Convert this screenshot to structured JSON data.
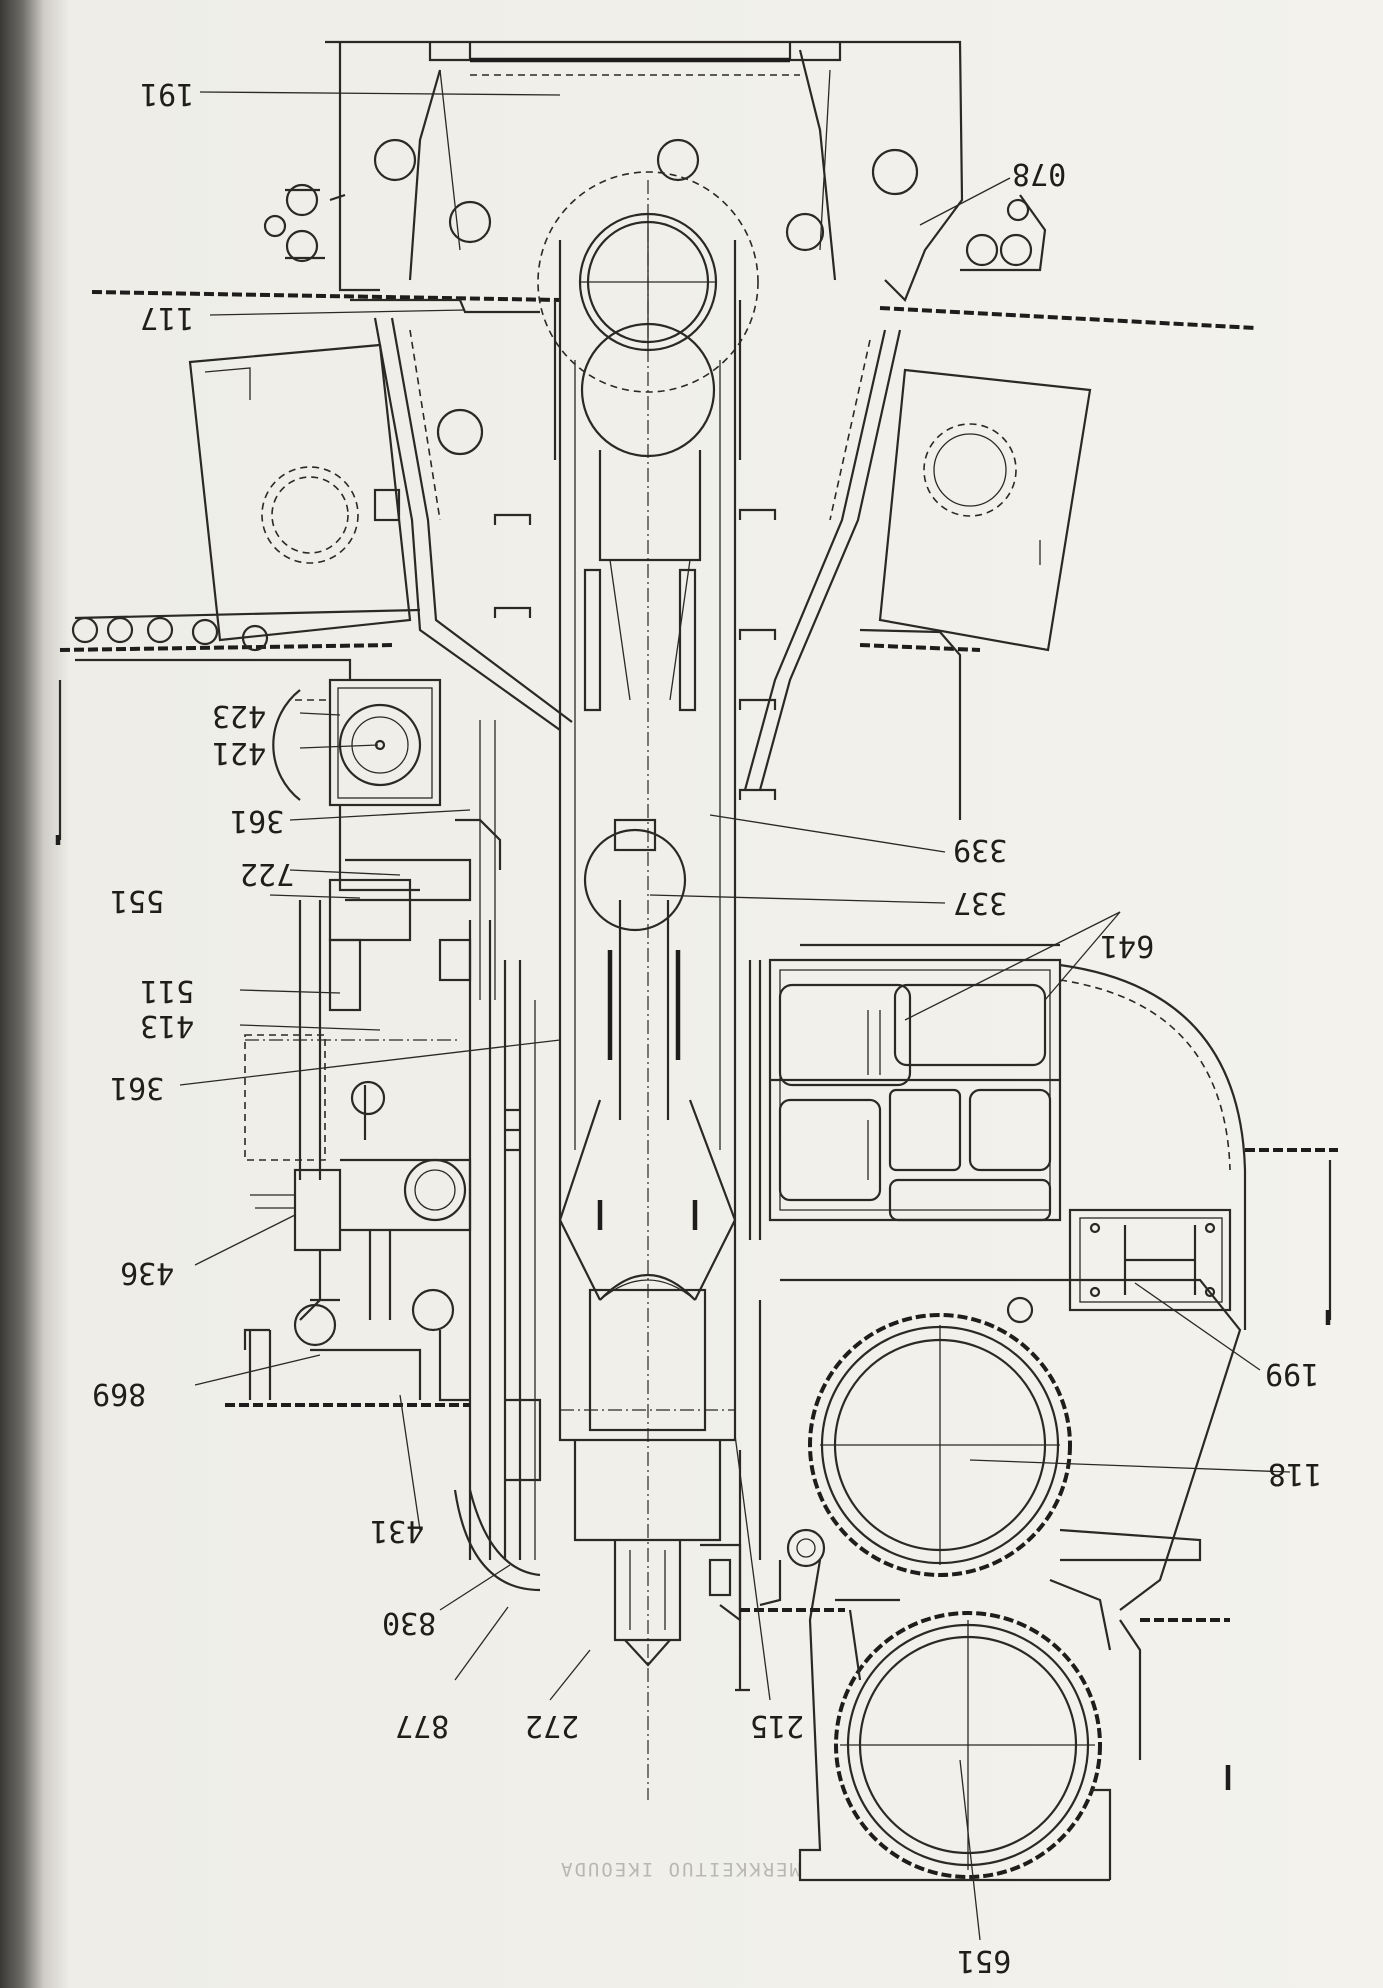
{
  "labels": [
    {
      "id": "l191a",
      "text": "191"
    },
    {
      "id": "l078",
      "text": "078"
    },
    {
      "id": "l117",
      "text": "117"
    },
    {
      "id": "l423",
      "text": "423"
    },
    {
      "id": "l421",
      "text": "421"
    },
    {
      "id": "l361a",
      "text": "361"
    },
    {
      "id": "l339",
      "text": "339"
    },
    {
      "id": "l722",
      "text": "722"
    },
    {
      "id": "l337",
      "text": "337"
    },
    {
      "id": "l551",
      "text": "551"
    },
    {
      "id": "l641",
      "text": "641"
    },
    {
      "id": "l511",
      "text": "511"
    },
    {
      "id": "l413",
      "text": "413"
    },
    {
      "id": "l361b",
      "text": "361"
    },
    {
      "id": "l436",
      "text": "436"
    },
    {
      "id": "l199",
      "text": "199"
    },
    {
      "id": "l869",
      "text": "869"
    },
    {
      "id": "l118",
      "text": "118"
    },
    {
      "id": "l431",
      "text": "431"
    },
    {
      "id": "l830",
      "text": "830"
    },
    {
      "id": "l877",
      "text": "877"
    },
    {
      "id": "l272",
      "text": "272"
    },
    {
      "id": "l215",
      "text": "215"
    },
    {
      "id": "l651",
      "text": "651"
    }
  ],
  "mirrored_caption": "MERKKEITUO IKEOUDA"
}
